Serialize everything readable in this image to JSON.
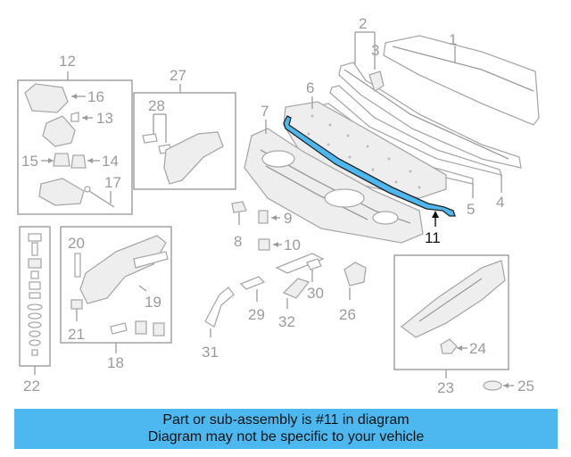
{
  "callouts": {
    "c1": "1",
    "c2": "2",
    "c3": "3",
    "c4": "4",
    "c5": "5",
    "c6": "6",
    "c7": "7",
    "c8": "8",
    "c9": "9",
    "c10": "10",
    "c11": "11",
    "c12": "12",
    "c13": "13",
    "c14": "14",
    "c15": "15",
    "c16": "16",
    "c17": "17",
    "c18": "18",
    "c19": "19",
    "c20": "20",
    "c21": "21",
    "c22": "22",
    "c23": "23",
    "c24": "24",
    "c25": "25",
    "c26": "26",
    "c27": "27",
    "c28": "28",
    "c29": "29",
    "c30": "30",
    "c31": "31",
    "c32": "32"
  },
  "highlight": {
    "part_number": "11",
    "color": "#4db8ef"
  },
  "banner": {
    "line1": "Part or sub-assembly is #11 in diagram",
    "line2": "Diagram may not be specific to your vehicle",
    "background": "#4db8ef"
  }
}
